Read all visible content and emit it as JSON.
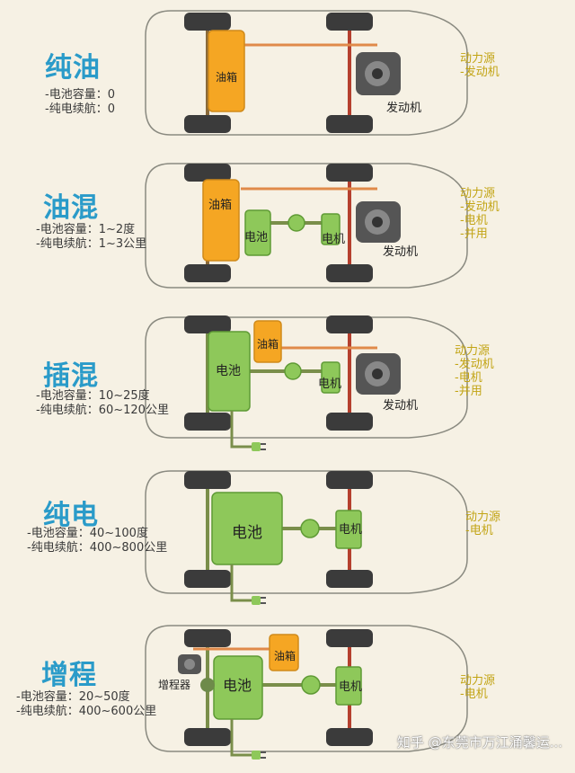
{
  "colors": {
    "title": "#2a9bc9",
    "power": "#c2a414",
    "tank": "#f5a623",
    "battery": "#8ec85a",
    "fuel_line": "#e08a4a",
    "axle": "#b5402e",
    "wire": "#7a8e4a",
    "tire": "#3b3b3b",
    "body": "#8a8a80"
  },
  "panels": [
    {
      "title": "纯油",
      "specs": [
        "-电池容量：0",
        "-纯电续航：0"
      ],
      "power": [
        "动力源",
        "-发动机"
      ],
      "labels": {
        "tank": "油箱",
        "engine": "发动机"
      }
    },
    {
      "title": "油混",
      "specs": [
        "-电池容量：1~2度",
        "-纯电续航：1~3公里"
      ],
      "power": [
        "动力源",
        "-发动机",
        "-电机",
        "-并用"
      ],
      "labels": {
        "tank": "油箱",
        "battery": "电池",
        "motor": "电机",
        "engine": "发动机"
      }
    },
    {
      "title": "插混",
      "specs": [
        "-电池容量：10~25度",
        "-纯电续航：60~120公里"
      ],
      "power": [
        "动力源",
        "-发动机",
        "-电机",
        "-并用"
      ],
      "labels": {
        "tank": "油箱",
        "battery": "电池",
        "motor": "电机",
        "engine": "发动机"
      }
    },
    {
      "title": "纯电",
      "specs": [
        "-电池容量：40~100度",
        "-纯电续航：400~800公里"
      ],
      "power": [
        "动力源",
        "-电机"
      ],
      "labels": {
        "battery": "电池",
        "motor": "电机"
      }
    },
    {
      "title": "增程",
      "specs": [
        "-电池容量：20~50度",
        "-纯电续航：400~600公里"
      ],
      "power": [
        "动力源",
        "-电机"
      ],
      "labels": {
        "tank": "油箱",
        "battery": "电池",
        "motor": "电机",
        "generator": "增程器"
      }
    }
  ],
  "watermark": "知乎 @东莞市万江涌馨运..."
}
